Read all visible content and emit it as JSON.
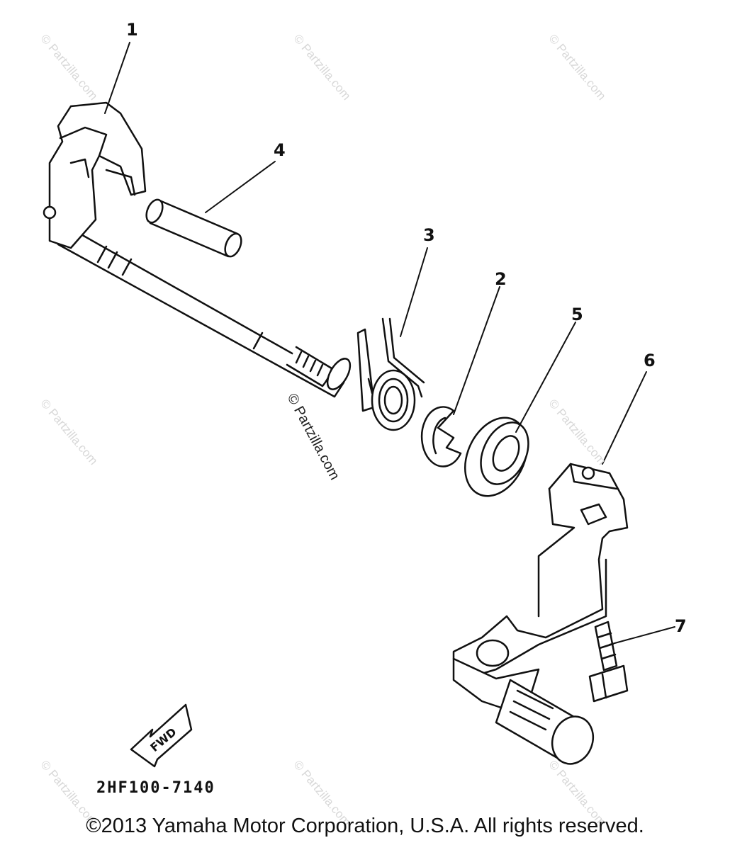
{
  "diagram": {
    "callouts": [
      "1",
      "4",
      "3",
      "2",
      "5",
      "6",
      "7"
    ],
    "part_code": "2HF100-7140",
    "fwd_label": "FWD",
    "watermark": "© Partzilla.com",
    "copyright": "©2013 Yamaha Motor Corporation, U.S.A. All rights reserved."
  }
}
